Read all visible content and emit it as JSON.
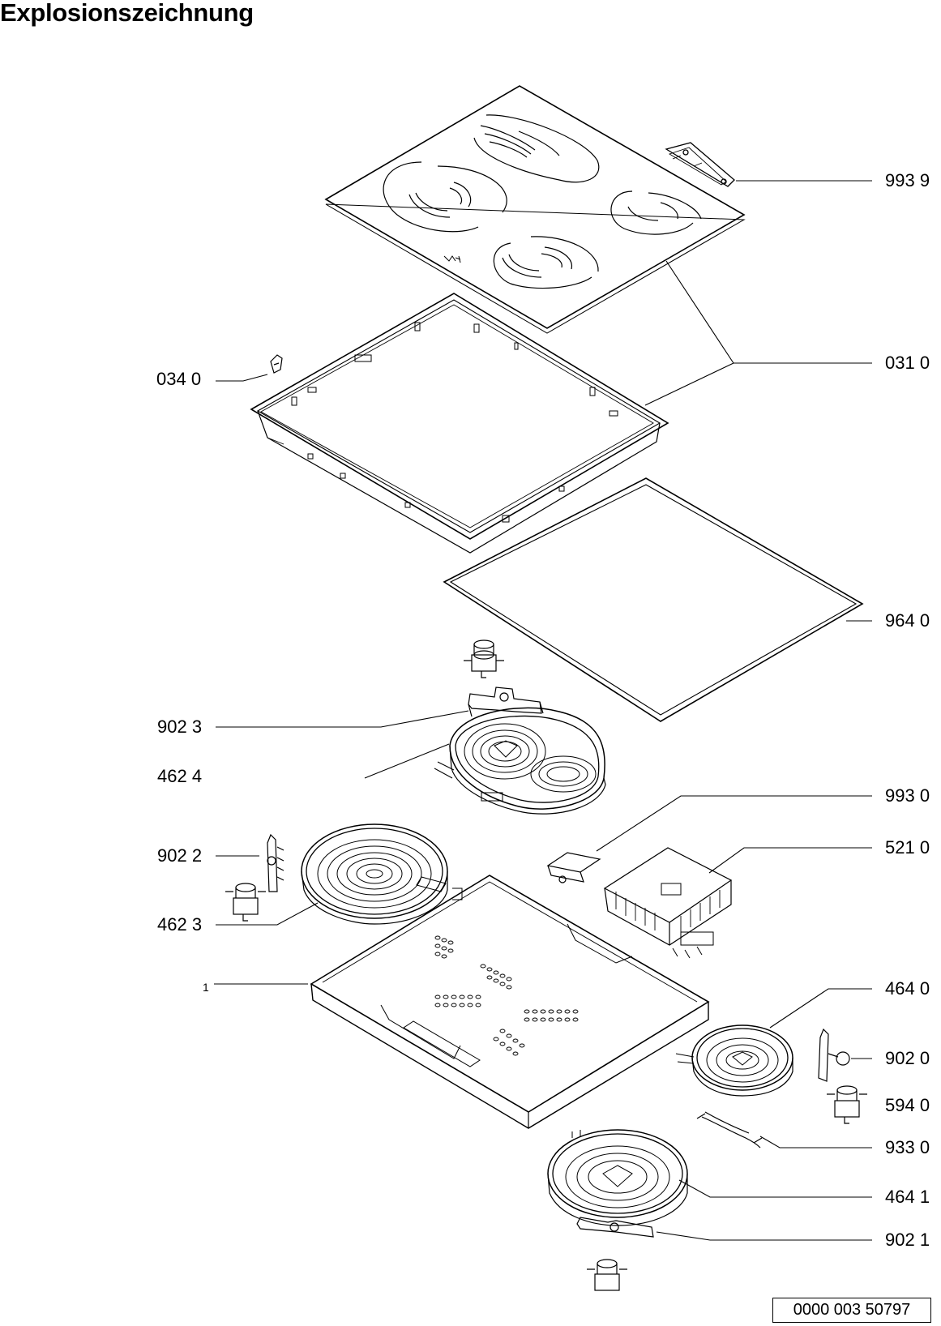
{
  "title": "Explosionszeichnung",
  "document_number": "0000 003 50797",
  "part_labels": {
    "p9939": "993 9",
    "p0310": "031 0",
    "p0340": "034 0",
    "p9640": "964 0",
    "p9023": "902 3",
    "p4624": "462 4",
    "p9930": "993 0",
    "p9022": "902 2",
    "p5210": "521 0",
    "p4623": "462 3",
    "p1": "1",
    "p4640": "464 0",
    "p9020": "902 0",
    "p5940": "594 0",
    "p9330": "933 0",
    "p4641": "464 1",
    "p9021": "902 1"
  }
}
